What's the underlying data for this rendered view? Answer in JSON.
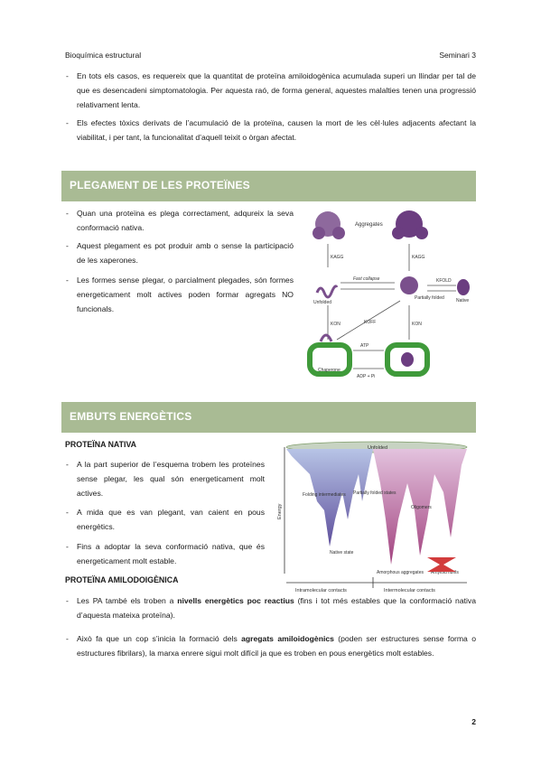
{
  "header": {
    "left": "Bioquímica estructural",
    "right": "Seminari 3"
  },
  "intro_bullets": [
    "En tots els casos, es requereix que la quantitat de proteïna amiloidogènica acumulada superi un llindar per tal de que es desencadeni simptomatologia. Per aquesta raó, de forma general, aquestes malalties tenen una progressió relativament lenta.",
    "Els efectes tòxics derivats de l’acumulació de la proteïna, causen la mort de les cèl·lules adjacents afectant la viabilitat, i per tant, la funcionalitat d’aquell teixit o òrgan afectat."
  ],
  "section1": {
    "title": "PLEGAMENT DE LES PROTEÏNES",
    "bullets": [
      "Quan una proteïna es plega correctament, adqureix la seva conformació nativa.",
      "Aquest plegament es pot produir amb o sense la participació de les xaperones.",
      "Les formes sense plegar, o parcialment plegades, són formes energeticament molt actives poden formar agregats NO funcionals."
    ],
    "figure": {
      "aggregates_left": "Aggregates",
      "k_agg_left": "KAGG",
      "k_agg_right": "KAGG",
      "fast_collapse": "Fast collapse",
      "unfolded": "Unfolded",
      "partially_folded": "Partially folded",
      "k_fold": "KFOLD",
      "native": "Native",
      "k_on_left": "KON",
      "k_off": "KOFF",
      "k_on_right": "KON",
      "chaperone": "Chaperone",
      "atp": "ATP",
      "adp": "ADP + Pi"
    }
  },
  "section2": {
    "title": "EMBUTS ENERGÈTICS",
    "native_heading": "PROTEÏNA NATIVA",
    "native_bullets": [
      "A la part superior de l’esquema trobem les proteïnes sense plegar, les qual són energeticament molt actives.",
      "A mida que es van plegant, van caient en pous energètics.",
      "Fins a adoptar la seva conformació nativa, que és energeticament molt estable."
    ],
    "amyloid_heading": "PROTEÏNA AMILODOIGÈNICA",
    "amyloid_b1_pre": "Les PA també els troben a ",
    "amyloid_b1_bold": "nivells energètics poc reactius",
    "amyloid_b1_post": " (fins i tot més estables que la conformació nativa d’aquesta mateixa proteïna).",
    "amyloid_b2_pre": "Això fa que un cop s’inicia la formació dels ",
    "amyloid_b2_bold": "agregats amiloidogènics",
    "amyloid_b2_post": " (poden ser estructures sense forma o estructures fibrilars), la marxa enrere sigui molt difícil ja que es troben en pous energètics molt estables.",
    "funnel": {
      "unfolded": "Unfolded",
      "energy": "Energy",
      "folding_intermediates": "Folding intermediates",
      "partially_folded_states": "Partially folded states",
      "native_state": "Native state",
      "oligomers": "Oligomers",
      "amorphous_aggregates": "Amorphous aggregates",
      "amyloid_fibrils": "Amyloid fibrils",
      "intramolecular": "Intramolecular contacts",
      "intermolecular": "Intermolecular contacts"
    }
  },
  "page_number": "2"
}
